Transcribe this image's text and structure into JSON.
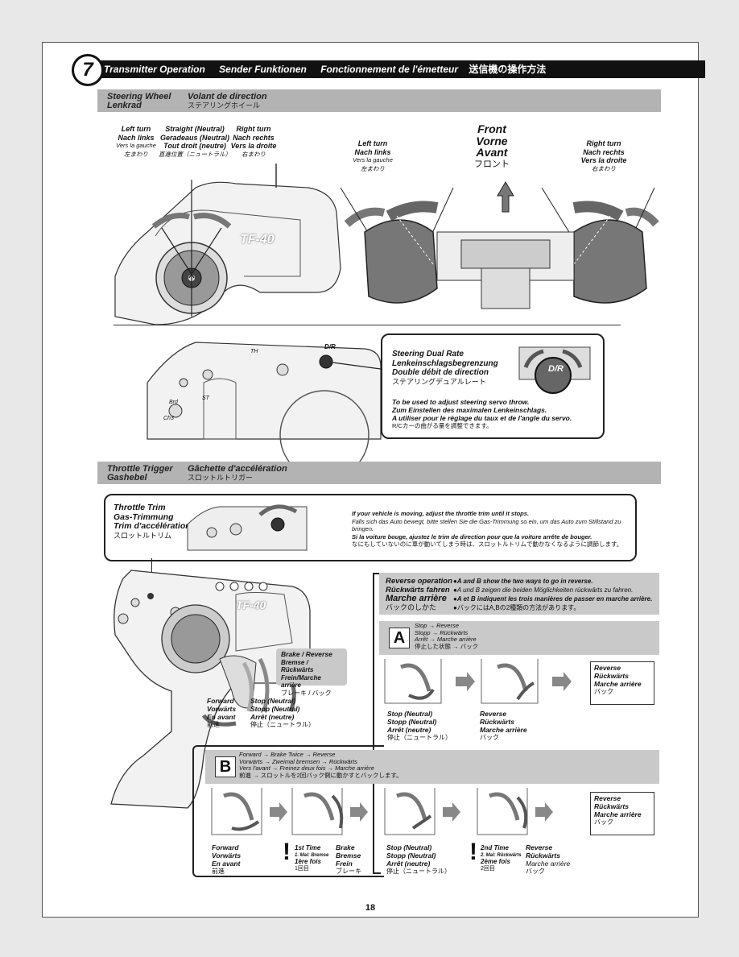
{
  "step": {
    "number": "7"
  },
  "title": {
    "en": "Transmitter Operation",
    "de": "Sender Funktionen",
    "fr": "Fonctionnement de l'émetteur",
    "jp": "送信機の操作方法"
  },
  "steering_wheel": {
    "header": {
      "l1": "Steering Wheel",
      "l2": "Lenkrad",
      "r1": "Volant de direction",
      "r2": "ステアリングホイール"
    },
    "left_turn": {
      "en": "Left turn",
      "de": "Nach links",
      "fr": "Vers la gauche",
      "jp": "左まわり"
    },
    "straight": {
      "en": "Straight (Neutral)",
      "de": "Geradeaus (Neutral)",
      "fr": "Tout droit (neutre)",
      "jp": "直進位置（ニュートラル）"
    },
    "right_turn": {
      "en": "Right turn",
      "de": "Nach rechts",
      "fr": "Vers la droite",
      "jp": "右まわり"
    },
    "front": {
      "en": "Front",
      "de": "Vorne",
      "fr": "Avant",
      "jp": "フロント"
    },
    "left_turn2": {
      "en": "Left turn",
      "de": "Nach links",
      "fr": "Vers la gauche",
      "jp": "左まわり"
    },
    "right_turn2": {
      "en": "Right turn",
      "de": "Nach rechts",
      "fr": "Vers la droite",
      "jp": "右まわり"
    },
    "brand": "TF-40"
  },
  "dual_rate": {
    "en": "Steering Dual Rate",
    "de": "Lenkeinschlagsbegrenzung",
    "fr": "Double débit de direction",
    "jp": "ステアリングデュアルレート",
    "desc_en": "To be used to adjust steering servo throw.",
    "desc_de": "Zum Einstellen des maximalen Lenkeinschlags.",
    "desc_fr": "A utiliser pour le réglage du taux et de l'angle du servo.",
    "desc_jp": "R/Cカーの曲がる量を調整できます。",
    "knob": "D/R",
    "knob_labels": {
      "th": "TH",
      "dr": "D/R",
      "st": "ST",
      "brd": "Brd",
      "ch3": "Ch3"
    }
  },
  "throttle": {
    "header": {
      "l1": "Throttle Trigger",
      "l2": "Gashebel",
      "r1": "Gâchette d'accélération",
      "r2": "スロットルトリガー"
    },
    "trim": {
      "en": "Throttle Trim",
      "de": "Gas-Trimmung",
      "fr": "Trim d'accélération",
      "jp": "スロットルトリム"
    },
    "trim_desc": {
      "en": "If your vehicle is moving, adjust the throttle trim until it stops.",
      "de": "Falls sich das Auto bewegt, bitte stellen Sie die Gas-Trimmung so ein, um das Auto zum Stillstand zu bringen.",
      "fr": "Si la voiture bouge, ajustez le trim de direction pour que la voiture arrête de bouger.",
      "jp": "なにもしていないのに車が動いてしまう時は、スロットルトリムで動かなくなるように調節します。"
    },
    "brake": {
      "en": "Brake / Reverse",
      "de": "Bremse / Rückwärts",
      "fr": "Frein/Marche arrière",
      "jp": "ブレーキ / バック"
    },
    "forward": {
      "en": "Forward",
      "de": "Vorwärts",
      "fr": "En avant",
      "jp": "前進"
    },
    "stop": {
      "en": "Stop (Neutral)",
      "de": "Stopp (Neutral)",
      "fr": "Arrêt (neutre)",
      "jp": "停止（ニュートラル）"
    }
  },
  "reverse": {
    "en": "Reverse operation",
    "de": "Rückwärts fahren",
    "fr": "Marche arrière",
    "jp": "バックのしかた",
    "note_en": "●A and B show the two ways to go in reverse.",
    "note_de": "●A und B zeigen die beiden Möglichkeiten rückwärts zu fahren.",
    "note_fr": "●A et B indiquent les trois manières de passer en marche arrière.",
    "note_jp": "●バックにはA,Bの2種類の方法があります。"
  },
  "method_a": {
    "badge": "A",
    "l1": "Stop → Reverse",
    "l2": "Stopp → Rückwärts",
    "l3": "Arrêt → Marche arrière",
    "l4": "停止した状態 → バック",
    "stop": {
      "en": "Stop (Neutral)",
      "de": "Stopp (Neutral)",
      "fr": "Arrêt (neutre)",
      "jp": "停止（ニュートラル）"
    },
    "reverse": {
      "en": "Reverse",
      "de": "Rückwärts",
      "fr": "Marche arrière",
      "jp": "バック"
    },
    "result": {
      "en": "Reverse",
      "de": "Rückwärts",
      "fr": "Marche arrière",
      "jp": "バック"
    }
  },
  "method_b": {
    "badge": "B",
    "l1": "Forward → Brake Twice → Reverse",
    "l2": "Vorwärts → Zweimal bremsen → Rückwärts",
    "l3": "Vers l'avant → Freinez deux fois → Marche arrière",
    "l4": "前進 → スロットルを2回バック側に動かすとバックします。",
    "forward": {
      "en": "Forward",
      "de": "Vorwärts",
      "fr": "En avant",
      "jp": "前進"
    },
    "first": {
      "en": "1st Time",
      "de": "1. Mal: Bremse",
      "fr": "1ère fois",
      "jp": "1回目"
    },
    "brake": {
      "en": "Brake",
      "de": "Bremse",
      "fr": "Frein",
      "jp": "ブレーキ"
    },
    "stop": {
      "en": "Stop (Neutral)",
      "de": "Stopp (Neutral)",
      "fr": "Arrêt (neutre)",
      "jp": "停止（ニュートラル）"
    },
    "second": {
      "en": "2nd Time",
      "de": "2. Mal: Rückwärts",
      "fr": "2ème fois",
      "jp": "2回目"
    },
    "reverse": {
      "en": "Reverse",
      "de": "Rückwärts",
      "fr": "Marche arrière",
      "jp": "バック"
    },
    "result": {
      "en": "Reverse",
      "de": "Rückwärts",
      "fr": "Marche arrière",
      "jp": "バック"
    }
  },
  "page_number": "18"
}
